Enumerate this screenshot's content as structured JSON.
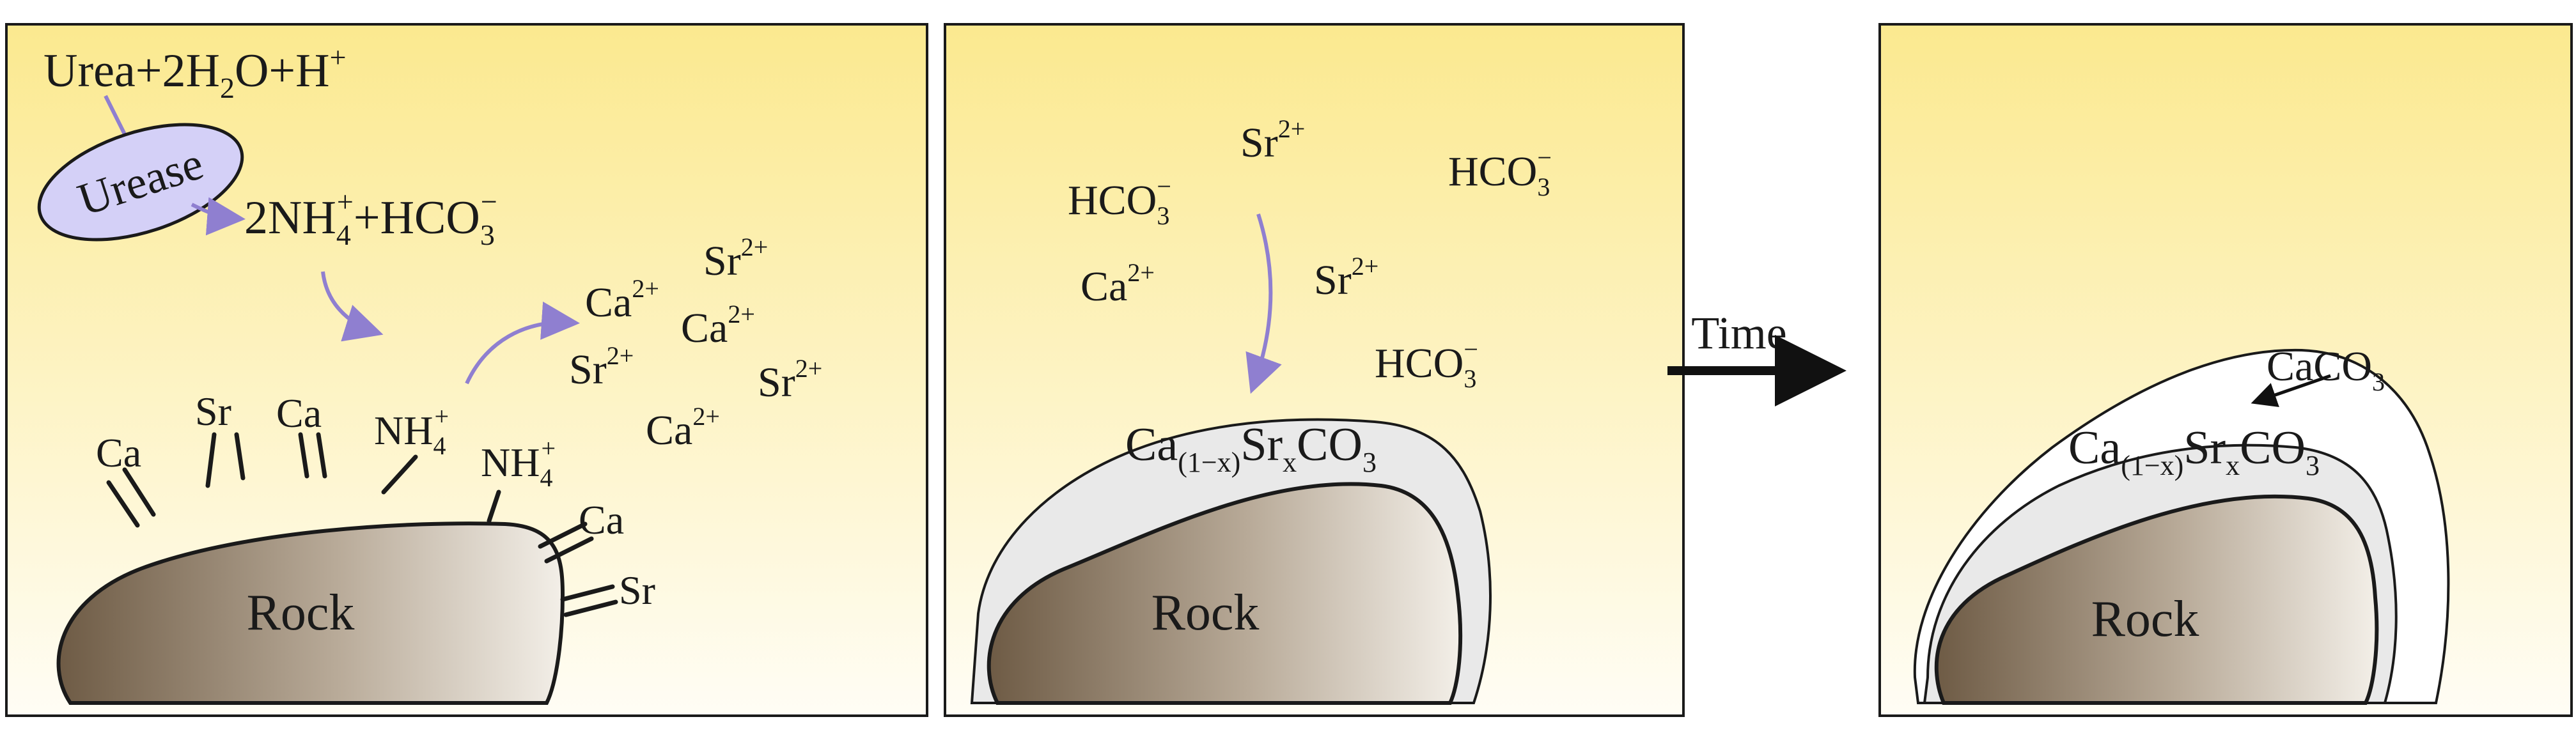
{
  "panel1": {
    "reaction": {
      "reactant": "Urea+2H",
      "sub1": "2",
      "mid": "O+H",
      "sup1": "+"
    },
    "enzyme": "Urease",
    "products": {
      "a": "2NH",
      "sub_a": "4",
      "sup_a": "+",
      "b": "+HCO",
      "sub_b": "3",
      "sup_b": "−"
    },
    "surface_labels": {
      "ca1": "Ca",
      "sr1": "Sr",
      "ca2": "Ca",
      "ca3": "Ca",
      "sr2": "Sr"
    },
    "ammonium": {
      "base": "NH",
      "sub": "4",
      "sup": "+"
    },
    "ions": {
      "ca": "Ca",
      "ca_sup": "2+",
      "sr": "Sr",
      "sr_sup": "2+"
    },
    "rock": "Rock"
  },
  "panel2": {
    "ions": {
      "hco": "HCO",
      "hco_sub": "3",
      "hco_sup": "−",
      "sr": "Sr",
      "sr_sup": "2+",
      "ca": "Ca",
      "ca_sup": "2+"
    },
    "layer": {
      "a": "Ca",
      "sub_a": "(1−x)",
      "b": "Sr",
      "sub_b": "x",
      "c": "CO",
      "sub_c": "3"
    },
    "rock": "Rock"
  },
  "transition": {
    "label": "Time"
  },
  "panel3": {
    "outer": {
      "base": "CaCO",
      "sub": "3"
    },
    "layer": {
      "a": "Ca",
      "sub_a": "(1−x)",
      "b": "Sr",
      "sub_b": "x",
      "c": "CO",
      "sub_c": "3"
    },
    "rock": "Rock"
  },
  "colors": {
    "bg_top": "#fbe98f",
    "bg_bottom": "#fffdf5",
    "rock_dark": "#6e5b45",
    "rock_light": "#f3efe8",
    "arrow": "#8f7fd0",
    "enzyme_fill": "#d4d0f7",
    "layer_fill": "#e9e9e9",
    "outer_fill": "#ffffff"
  }
}
